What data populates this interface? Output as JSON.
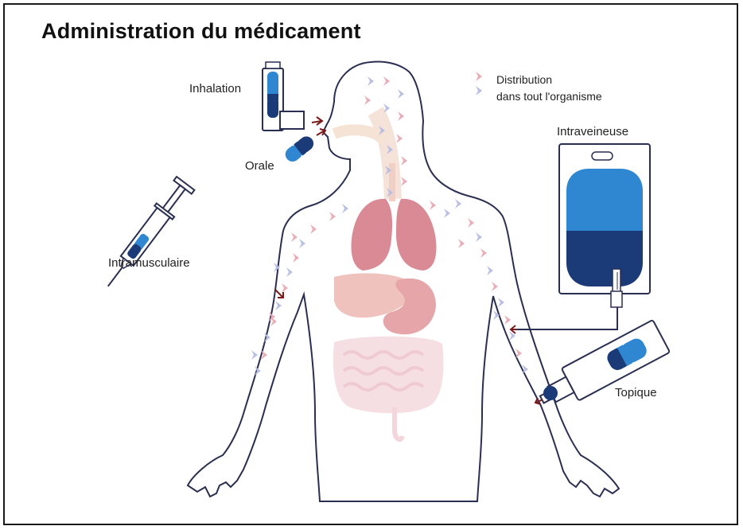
{
  "title": "Administration du médicament",
  "routes": {
    "inhalation": "Inhalation",
    "orale": "Orale",
    "intramusculaire": "Intramusculaire",
    "intraveineuse": "Intraveineuse",
    "topique": "Topique"
  },
  "legend": {
    "line1": "Distribution",
    "line2": "dans tout l'organisme"
  },
  "colors": {
    "light_blue": "#2f86d1",
    "dark_blue": "#1b3a78",
    "arrow_red": "#e9a8b4",
    "arrow_blue": "#b7bde3",
    "organ_pink": "#d98a95",
    "outline": "#2a2f52"
  }
}
